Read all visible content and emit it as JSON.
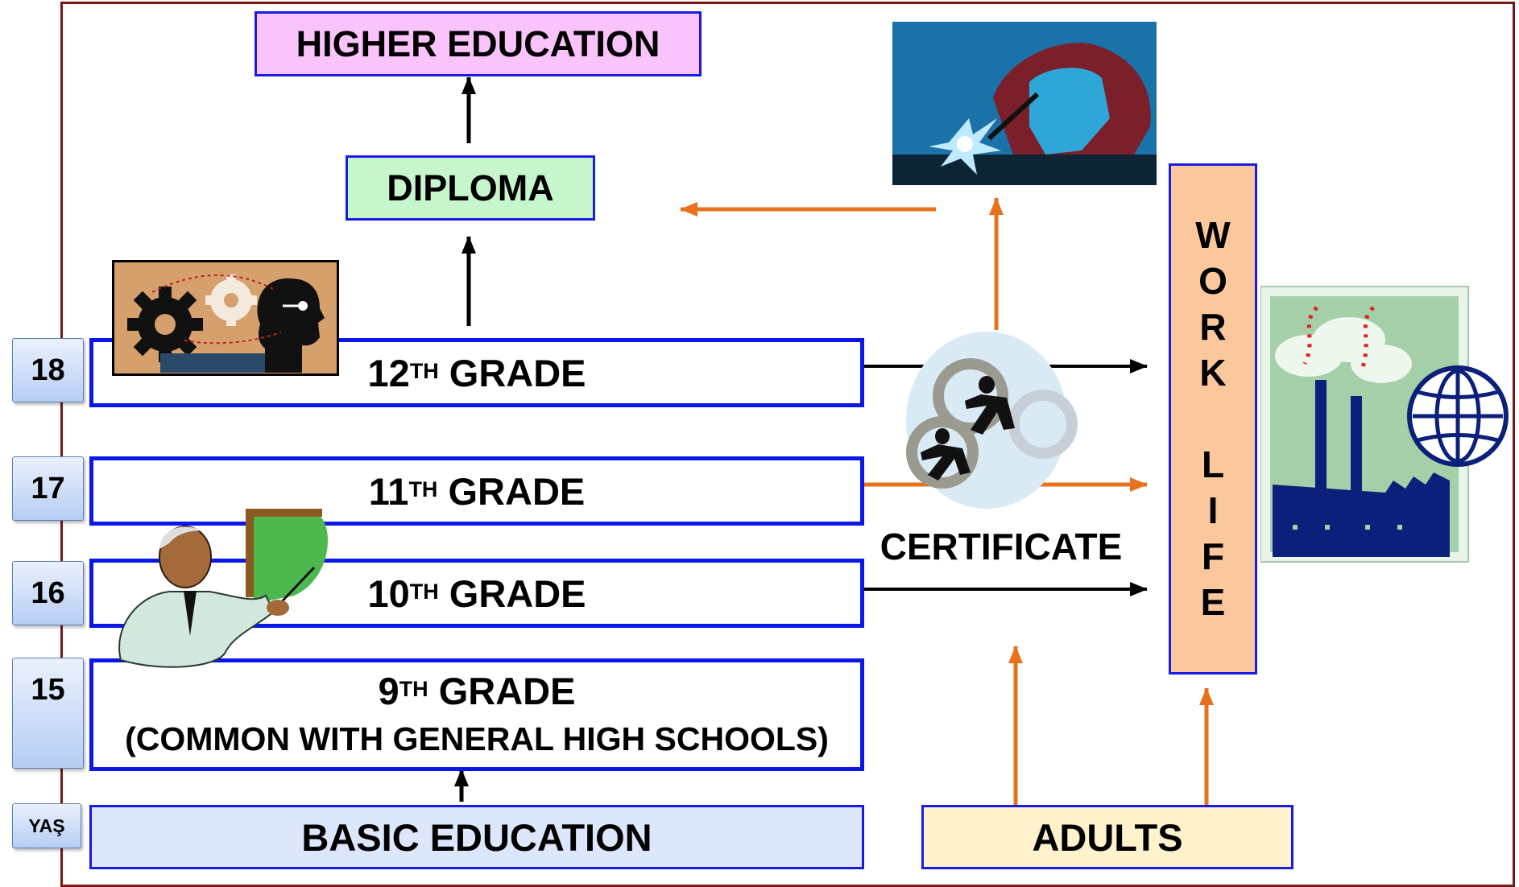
{
  "higher_education": "HIGHER EDUCATION",
  "diploma": "DIPLOMA",
  "certificate": "CERTIFICATE",
  "basic_education": "BASIC EDUCATION",
  "adults": "ADULTS",
  "work_life": [
    "W",
    "O",
    "R",
    "K",
    "",
    "L",
    "I",
    "F",
    "E"
  ],
  "grades": [
    {
      "num": "12",
      "sup": "TH",
      "label": "GRADE",
      "age": "18"
    },
    {
      "num": "11",
      "sup": "TH",
      "label": "GRADE",
      "age": "17"
    },
    {
      "num": "10",
      "sup": "TH",
      "label": "GRADE",
      "age": "16"
    },
    {
      "num": "9",
      "sup": "TH",
      "label": "GRADE",
      "subtitle": "(COMMON WITH GENERAL HIGH SCHOOLS)",
      "age": "15"
    }
  ],
  "age_header": "YAŞ",
  "colors": {
    "grade_border": "#0a17e6",
    "higher_education_bg": "#fbc3fb",
    "diploma_bg": "#c8f6cc",
    "work_life_bg": "#fbc79c",
    "adults_bg": "#fff2cc",
    "basic_education_bg": "#dde7fb",
    "orange_arrow": "#e8711e",
    "frame": "#7a1616"
  },
  "icons": [
    "welder-clipart",
    "gears-head-clipart",
    "teacher-clipart",
    "running-businessmen-gears-clipart",
    "factory-globe-clipart"
  ]
}
